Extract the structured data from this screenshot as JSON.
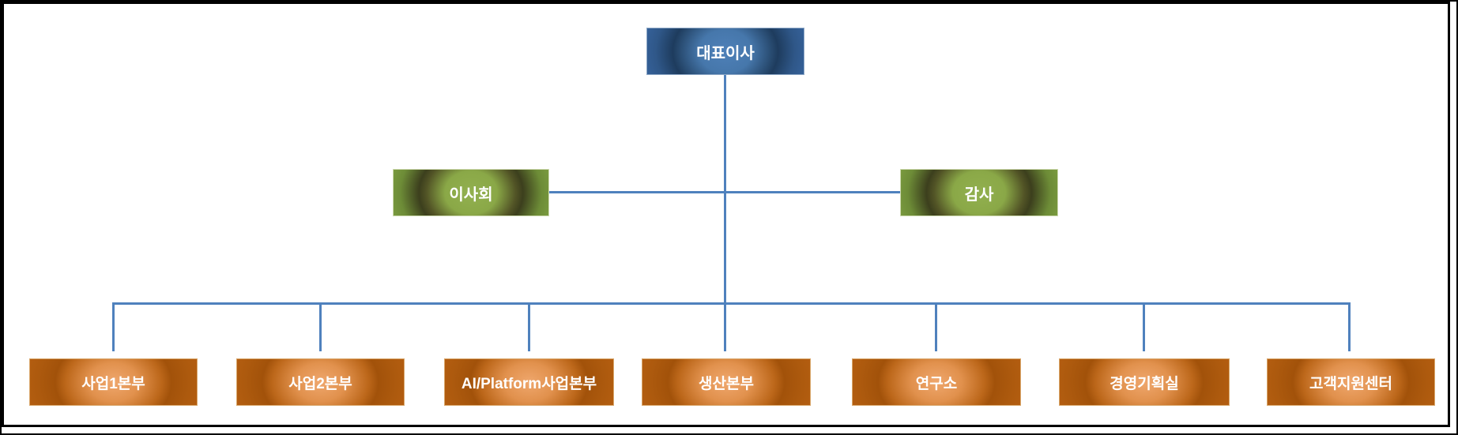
{
  "org_chart": {
    "ceo": {
      "label": "대표이사"
    },
    "board": {
      "label": "이사회"
    },
    "auditor": {
      "label": "감사"
    },
    "departments": [
      {
        "label": "사업1본부"
      },
      {
        "label": "사업2본부"
      },
      {
        "label": "AI/Platform사업본부"
      },
      {
        "label": "생산본부"
      },
      {
        "label": "연구소"
      },
      {
        "label": "경영기획실"
      },
      {
        "label": "고객지원센터"
      }
    ],
    "colors": {
      "ceo_fill": "#36629b",
      "ceo_highlight": "#4e80b8",
      "ceo_ring": "#1e3c5e",
      "committee_fill": "#7d9e41",
      "committee_highlight": "#92b04f",
      "committee_ring": "#3c3f1d",
      "department_fill": "#b55e11",
      "department_highlight": "#efa76d",
      "connector": "#4f81bd",
      "node_text": "#ffffff",
      "frame_border": "#000000"
    }
  }
}
